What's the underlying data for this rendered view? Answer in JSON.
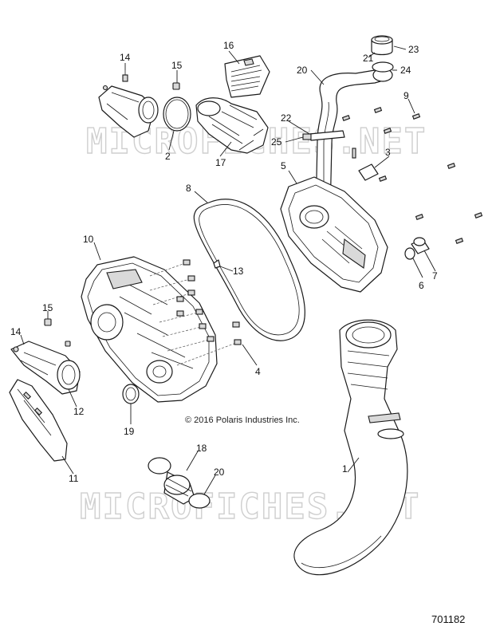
{
  "watermark": "MICROFICHES.NET",
  "copyright": "© 2016 Polaris Industries Inc.",
  "reference_number": "701182",
  "callouts": {
    "c1": "1",
    "c2": "2",
    "c3": "3",
    "c4": "4",
    "c5": "5",
    "c6": "6",
    "c7": "7",
    "c8": "8",
    "c9": "9",
    "c10": "10",
    "c11": "11",
    "c12": "12",
    "c13": "13",
    "c14a": "14",
    "c14b": "14",
    "c15a": "15",
    "c15b": "15",
    "c16": "16",
    "c17": "17",
    "c18": "18",
    "c19": "19",
    "c20a": "20",
    "c20b": "20",
    "c21": "21",
    "c22": "22",
    "c23": "23",
    "c24": "24",
    "c25": "25"
  }
}
